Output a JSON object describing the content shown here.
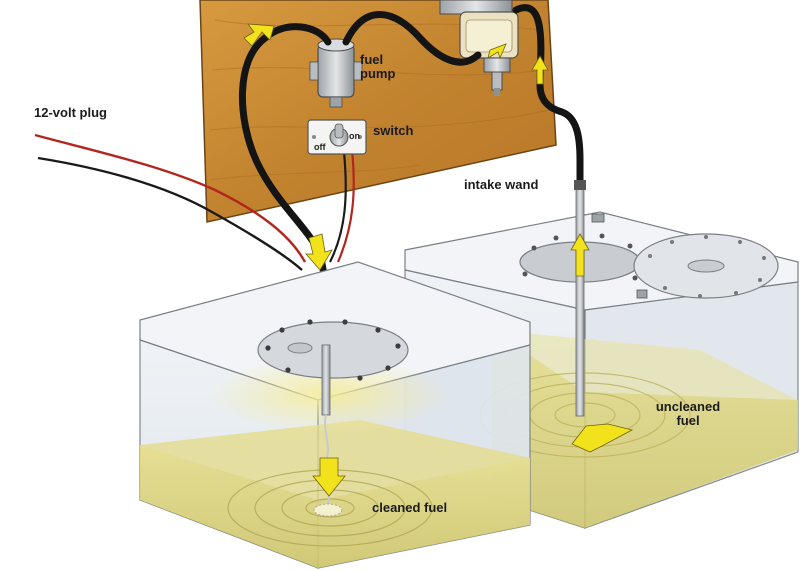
{
  "labels": {
    "plug": "12-volt plug",
    "pump_line1": "fuel",
    "pump_line2": "pump",
    "switch": "switch",
    "switch_off": "off",
    "switch_on": "on",
    "intake": "intake wand",
    "unclean_line1": "uncleaned",
    "unclean_line2": "fuel",
    "cleaned": "cleaned fuel"
  },
  "colors": {
    "board": "#c98a33",
    "hose": "#141414",
    "arrow": "#f2e21c",
    "fuel": "#d9d27a",
    "tank_glass": "#e9edf2",
    "wire_red": "#b3261e",
    "wire_black": "#1a1a1a"
  }
}
